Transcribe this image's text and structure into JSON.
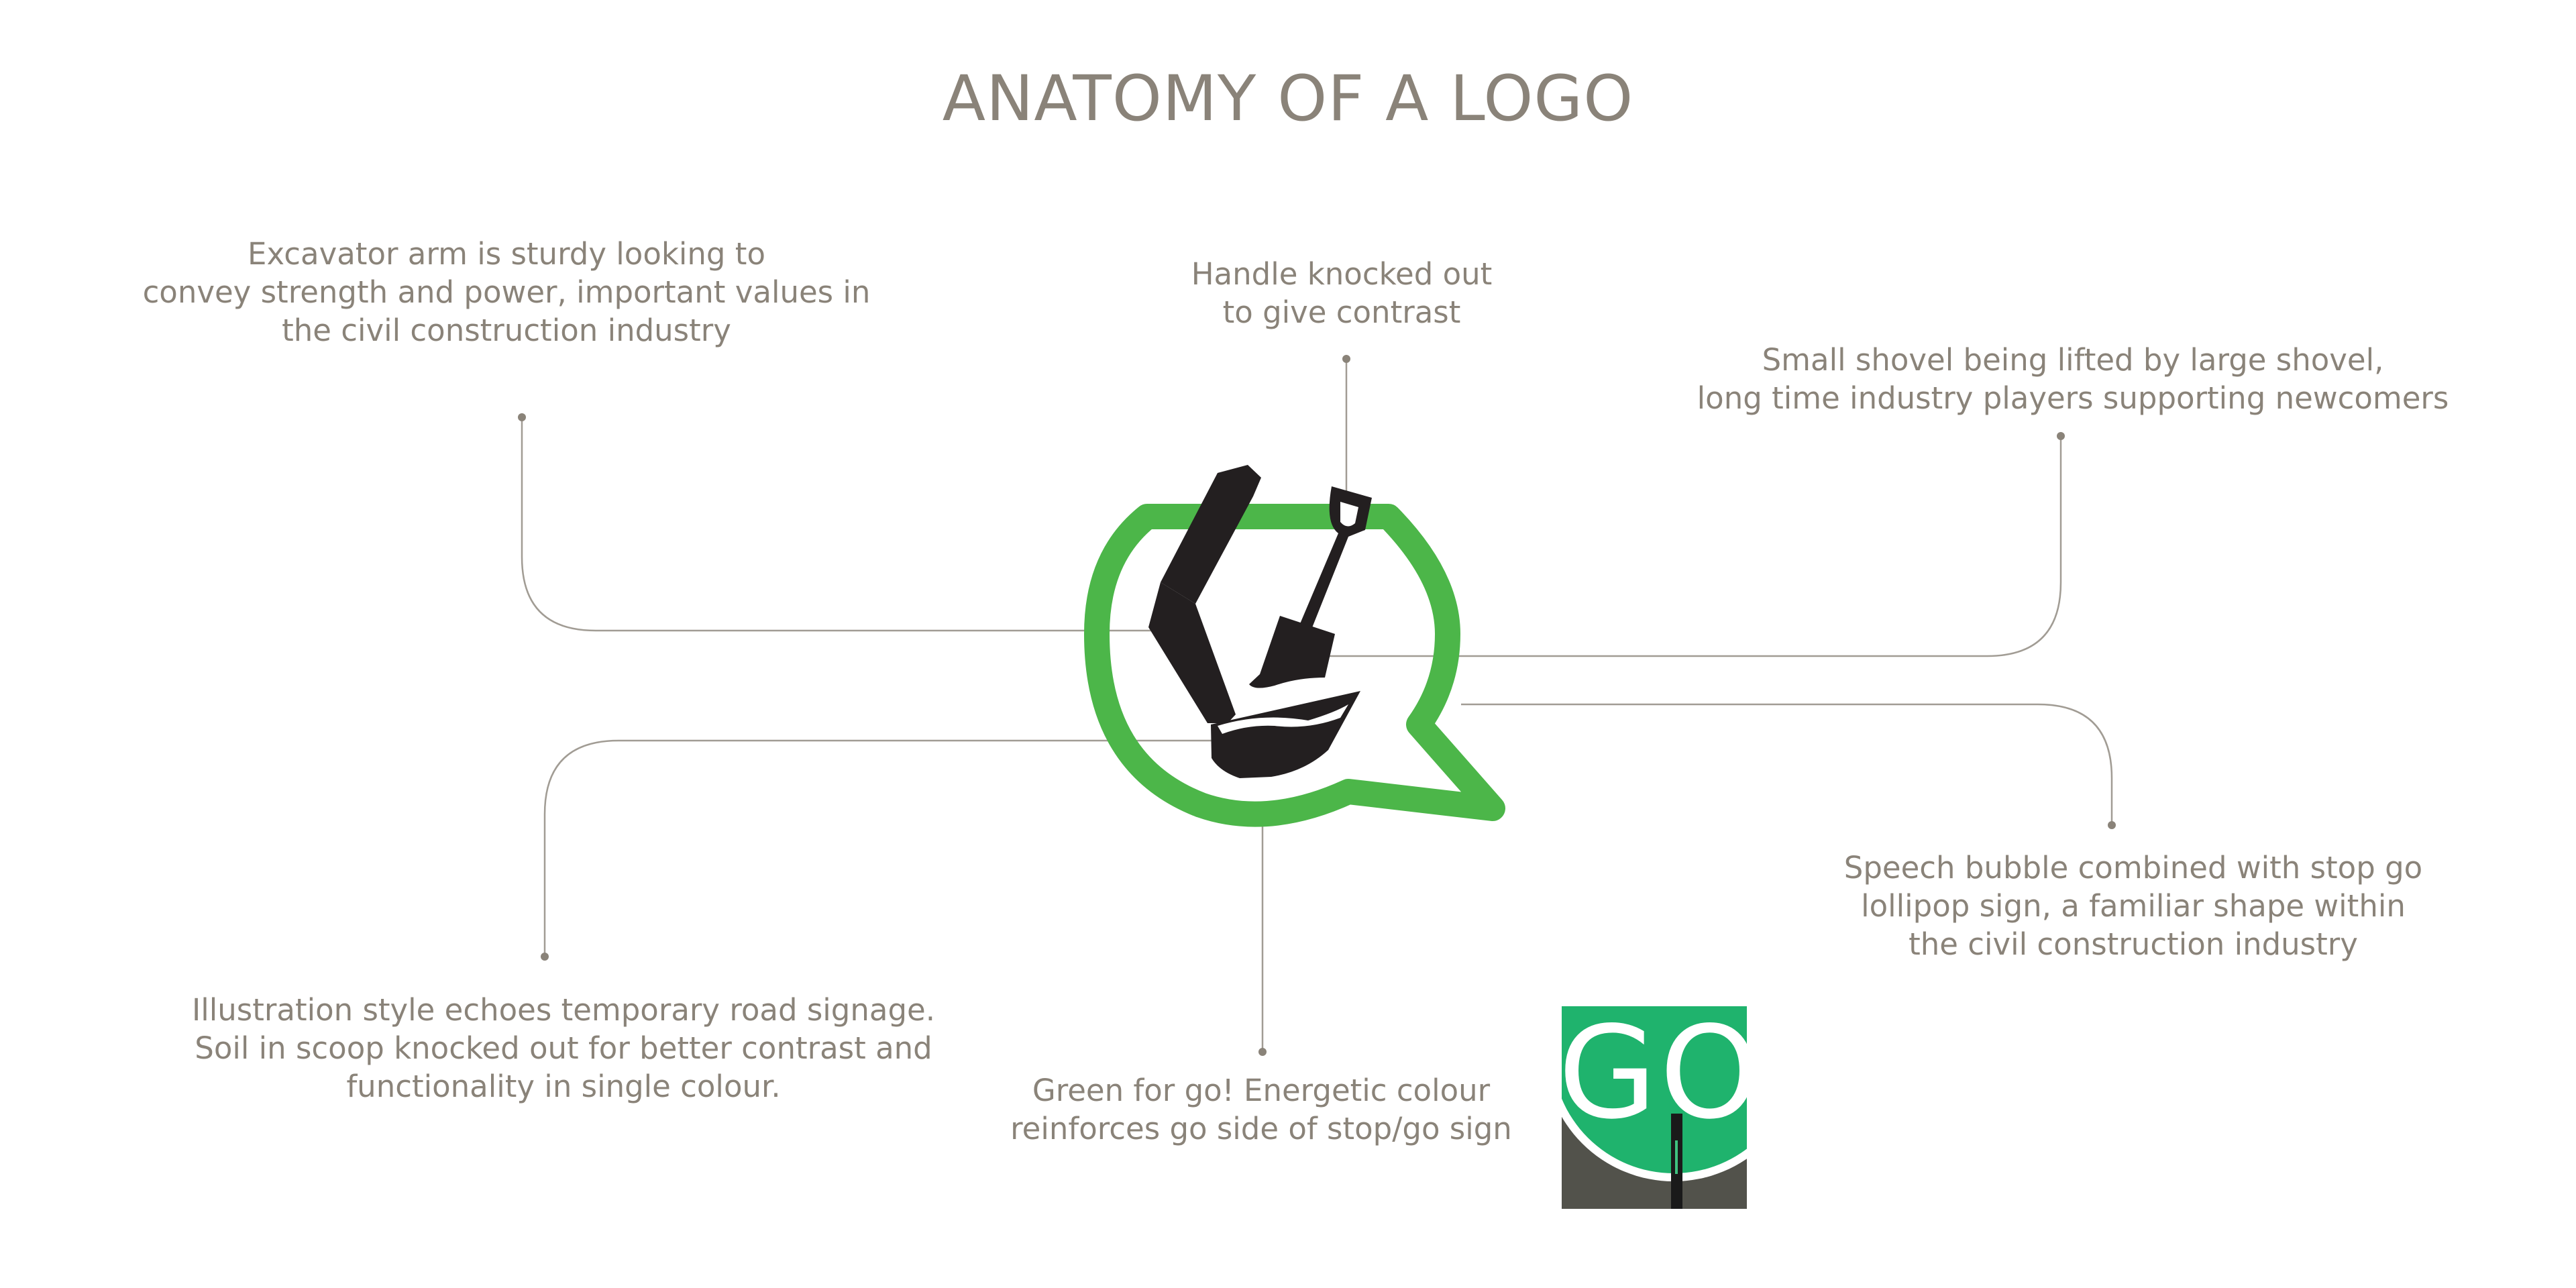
{
  "title": "ANATOMY OF A LOGO",
  "annotations": {
    "excavator_arm": {
      "lines": [
        "Excavator arm is sturdy looking to",
        "convey strength and power, important values in",
        "the civil construction industry"
      ]
    },
    "handle": {
      "lines": [
        "Handle knocked out",
        "to give contrast"
      ]
    },
    "small_shovel": {
      "lines": [
        "Small shovel being lifted by large shovel,",
        "long time industry players supporting newcomers"
      ]
    },
    "illustration_style": {
      "lines": [
        "Illustration style echoes temporary road signage.",
        "Soil in scoop knocked out for better contrast and",
        "functionality in single colour."
      ]
    },
    "green_for_go": {
      "lines": [
        "Green for go! Energetic colour",
        "reinforces go side of stop/go sign"
      ]
    },
    "speech_bubble": {
      "lines": [
        "Speech bubble combined with stop go",
        "lollipop sign, a familiar shape within",
        "the civil construction industry"
      ]
    }
  },
  "go_sign_text": "GO",
  "colors": {
    "text": "#8a8379",
    "logo_green": "#4cb649",
    "logo_black": "#231f20",
    "leader_line": "#a19c94",
    "sign_green": "#1fb36d",
    "sign_ground": "#4a4a45"
  }
}
